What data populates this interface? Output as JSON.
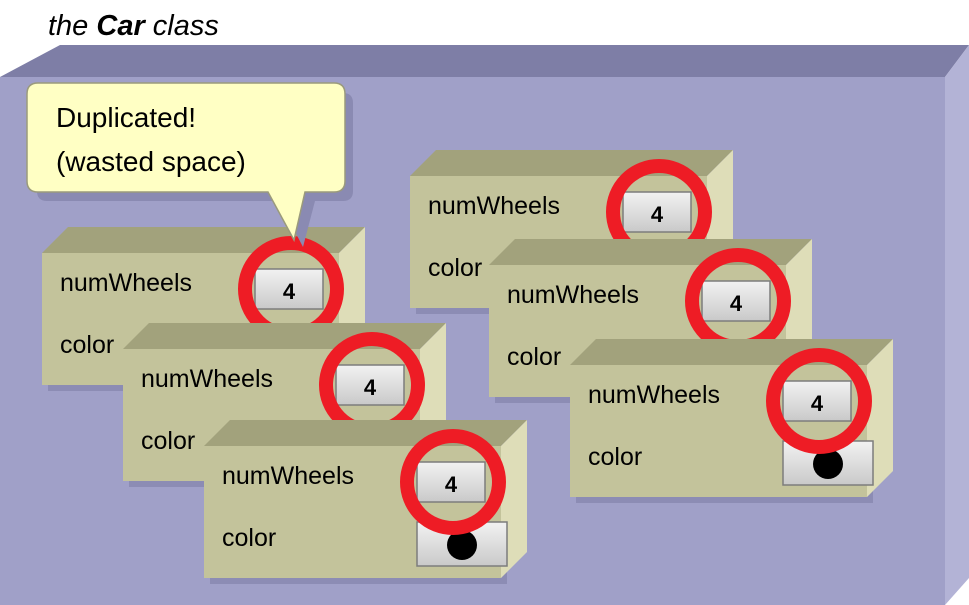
{
  "title": {
    "prefix": "the ",
    "emphasis": "Car",
    "suffix": " class"
  },
  "callout": {
    "line1": "Duplicated!",
    "line2": "(wasted space)"
  },
  "field_labels": {
    "wheels": "numWheels",
    "color": "color"
  },
  "wheel_value": "4",
  "objects": [
    {
      "id": "car-object-1"
    },
    {
      "id": "car-object-2"
    },
    {
      "id": "car-object-3"
    },
    {
      "id": "car-object-4"
    },
    {
      "id": "car-object-5"
    },
    {
      "id": "car-object-6"
    }
  ],
  "colors": {
    "container_front": "#a0a0c8",
    "container_top": "#7e7ea6",
    "container_side": "#b3b3d6",
    "box_front": "#c3c39b",
    "box_top": "#a2a27c",
    "box_side": "#deddb8",
    "highlight_ring": "#ee1c25",
    "callout_fill": "#ffffc4"
  }
}
